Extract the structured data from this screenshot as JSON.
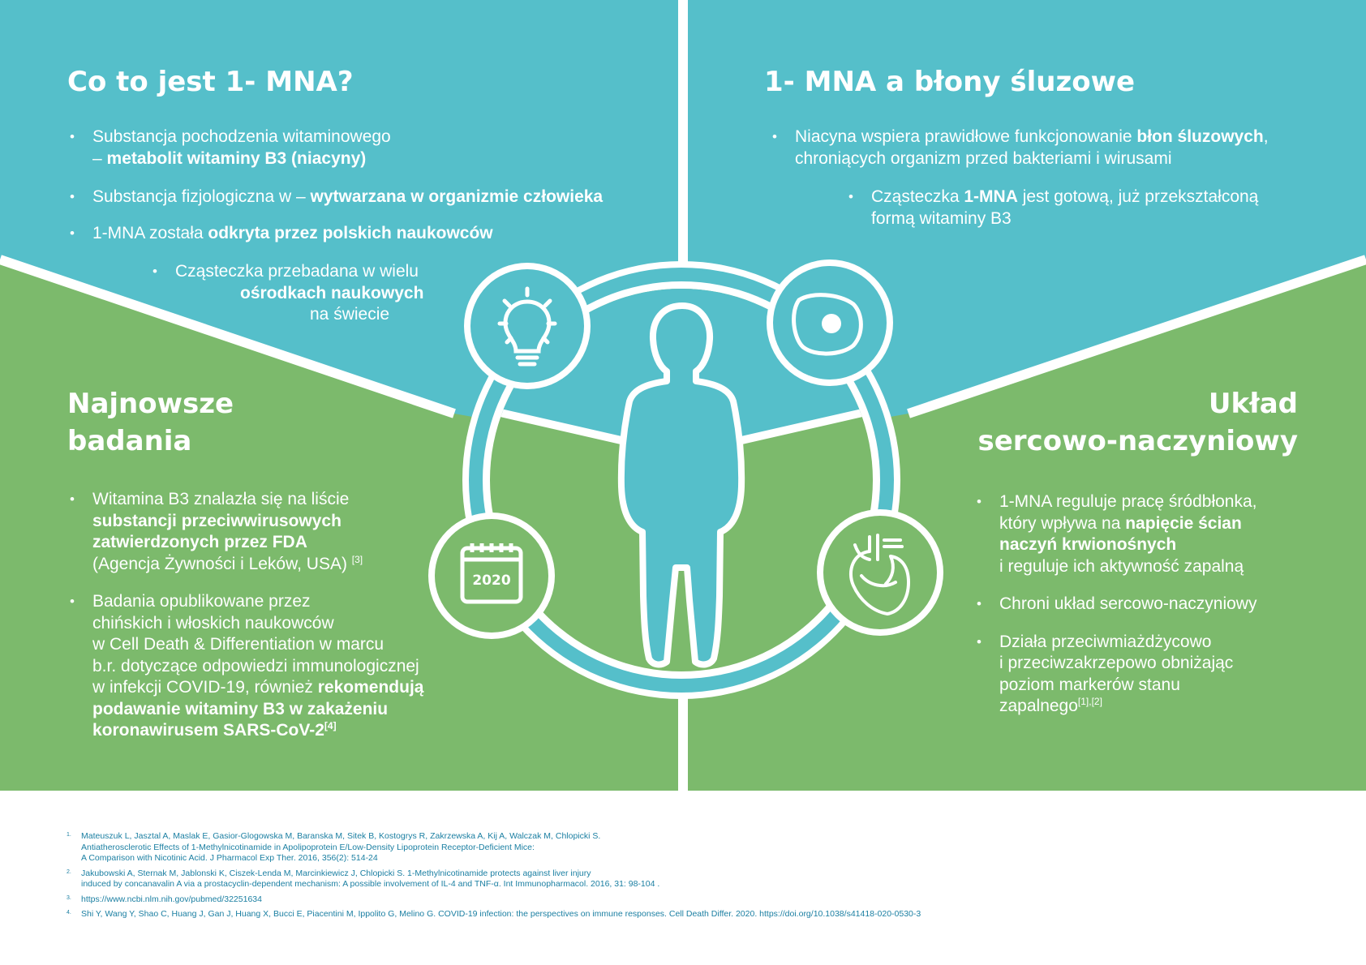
{
  "colors": {
    "teal": "#55bfca",
    "green": "#7cba6c",
    "white": "#ffffff",
    "footnote_text": "#1b7fa2"
  },
  "icons": [
    "lightbulb-icon",
    "cell-icon",
    "calendar-icon",
    "heart-icon",
    "human-silhouette-icon"
  ],
  "calendar_year": "2020",
  "sections": {
    "mna": {
      "title": "Co to jest 1- MNA?",
      "items": [
        {
          "text": "Substancja pochodzenia witaminowego",
          "line2_prefix": "– ",
          "line2_bold": "metabolit witaminy B3 (niacyny)"
        },
        {
          "text": "Substancja fizjologiczna w – ",
          "bold": "wytwarzana w organizmie człowieka"
        },
        {
          "text": "1-MNA została ",
          "bold": "odkryta przez polskich naukowców"
        },
        {
          "text": "Cząsteczka przebadana w wielu",
          "bold": "ośrodkach naukowych",
          "text2": "na świecie"
        }
      ]
    },
    "mucosa": {
      "title": "1- MNA a błony śluzowe",
      "items": [
        {
          "text": "Niacyna wspiera prawidłowe funkcjonowanie ",
          "bold": "błon śluzowych",
          "text2": ",",
          "text3": "chroniących organizm przed bakteriami i wirusami"
        },
        {
          "text": "Cząsteczka ",
          "bold": "1-MNA",
          "text2": " jest gotową, już przekształconą",
          "text3": "formą witaminy B3"
        }
      ]
    },
    "research": {
      "title_line1": "Najnowsze",
      "title_line2": "badania",
      "items": [
        {
          "text": "Witamina B3 znalazła się na liście",
          "bold1": "substancji przeciwwirusowych",
          "bold2": "zatwierdzonych przez FDA",
          "text2": "(Agencja Żywności i Leków, USA) ",
          "ref": "[3]"
        },
        {
          "l1": "Badania opublikowane przez",
          "l2": "chińskich i włoskich naukowców",
          "l3": "w Cell Death & Differentiation w marcu",
          "l4": "b.r. dotyczące odpowiedzi immunologicznej",
          "l5": "w infekcji COVID-19, również ",
          "l5_bold": "rekomendują",
          "l6_bold": "podawanie witaminy B3 w zakażeniu",
          "l7_bold": "koronawirusem SARS-CoV-2",
          "ref": "[4]"
        }
      ]
    },
    "cardio": {
      "title_line1": "Układ",
      "title_line2": "sercowo-naczyniowy",
      "items": [
        {
          "l1": "1-MNA reguluje pracę śródbłonka,",
          "l2": "który wpływa na ",
          "l2_bold": "napięcie ścian",
          "l3_bold": "naczyń krwionośnych",
          "l4": "i reguluje ich aktywność zapalną"
        },
        {
          "text": "Chroni układ sercowo-naczyniowy"
        },
        {
          "l1": "Działa przeciwmiażdżycowo",
          "l2": "i przeciwzakrzepowo obniżając",
          "l3": "poziom markerów stanu",
          "l4": "zapalnego",
          "ref": "[1],[2]"
        }
      ]
    }
  },
  "footnotes": [
    {
      "num": "1.",
      "lines": [
        "Mateuszuk L, Jasztal A, Maslak E, Gasior-Glogowska M, Baranska M, Sitek B, Kostogrys R, Zakrzewska A, Kij A, Walczak M, Chlopicki S.",
        "Antiatherosclerotic Effects of 1-Methylnicotinamide in Apolipoprotein E/Low-Density Lipoprotein Receptor-Deficient Mice:",
        "A Comparison with Nicotinic Acid. J Pharmacol Exp Ther. 2016, 356(2): 514-24"
      ]
    },
    {
      "num": "2.",
      "lines": [
        "Jakubowski A, Sternak M, Jablonski K, Ciszek-Lenda M, Marcinkiewicz J, Chlopicki S. 1-Methylnicotinamide protects against liver injury",
        "induced by concanavalin A via a prostacyclin-dependent mechanism: A possible involvement of IL-4 and TNF-α. Int Immunopharmacol. 2016, 31: 98-104 ."
      ]
    },
    {
      "num": "3.",
      "lines": [
        "https://www.ncbi.nlm.nih.gov/pubmed/32251634"
      ]
    },
    {
      "num": "4.",
      "lines": [
        "Shi Y, Wang Y, Shao C, Huang J, Gan J, Huang X, Bucci E, Piacentini M, Ippolito G, Melino G. COVID-19 infection: the perspectives on immune responses. Cell Death Differ. 2020. https://doi.org/10.1038/s41418-020-0530-3"
      ]
    }
  ]
}
